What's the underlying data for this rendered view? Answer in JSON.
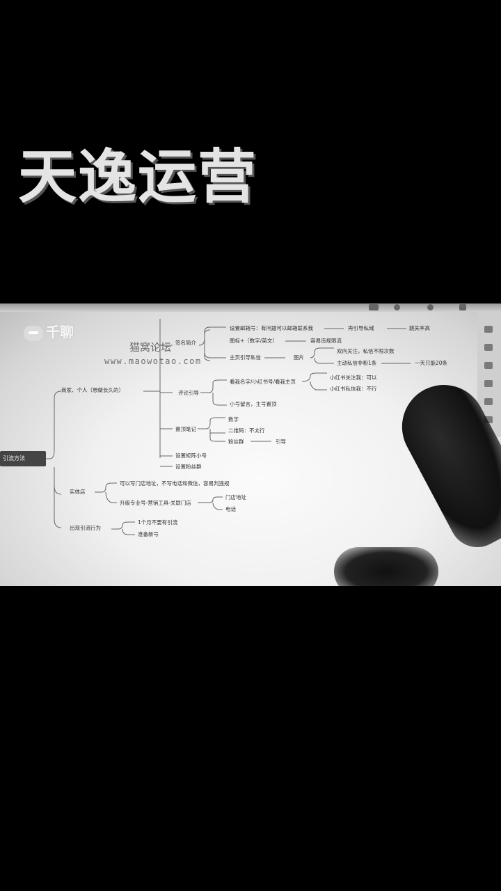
{
  "overlay": {
    "title": "天逸运营"
  },
  "screen": {
    "logo_text": "千聊",
    "watermark_name": "猫窝论坛",
    "watermark_url": "www.maowotao.com",
    "root_label": "引流方法",
    "branches": {
      "merchant": "商家、个人（想做长久的）",
      "store": "实体店",
      "outflow": "出现引流行为"
    },
    "merchant_children": {
      "signature": "签名简介",
      "comment": "评论引导",
      "notes": "置顶笔记",
      "bind_small": "设置矩阵小号",
      "fan_group": "设置粉丝群"
    },
    "signature_items": {
      "email": "设置邮箱号：有问题可以邮箱联系我",
      "email_next": "再引导私域",
      "email_last": "跳失率高",
      "icon": "图标+（数字/英文）",
      "icon_next": "容易违规限流",
      "homepage": "主页引导私信",
      "picture": "图片",
      "mutual": "双向关注，私信不限次数",
      "active_dm": "主动私信非粉1条",
      "one_day": "一天只能20条"
    },
    "comment_items": {
      "name": "看我名字/小红书号/看我主页",
      "follow_ok": "小红书关注我：可以",
      "dm_no": "小红书私信我：不行",
      "small_msg": "小号留言，主号置顶"
    },
    "notes_items": {
      "digit": "数字",
      "qrcode": "二维码：不太行",
      "fan_group": "粉丝群",
      "guide": "引导"
    },
    "store_items": {
      "write_addr": "可以写门店地址，不写电话和微信，容易判违规",
      "upgrade": "升级专业号-营销工具-关联门店",
      "store_addr": "门店地址",
      "phone": "电话"
    },
    "outflow_items": {
      "month": "1个月不要有引流",
      "new_account": "准备新号"
    }
  }
}
